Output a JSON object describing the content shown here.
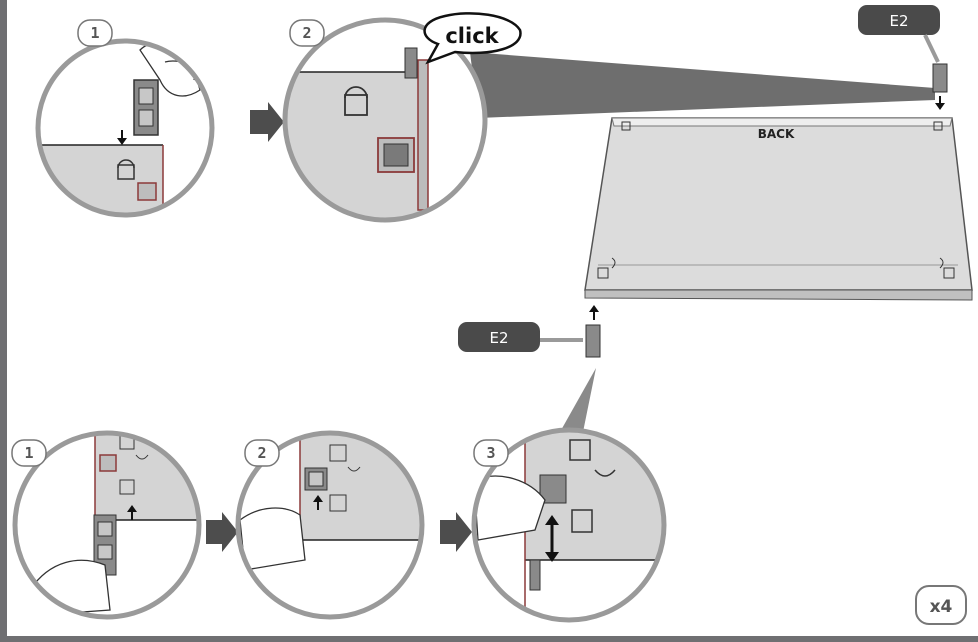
{
  "diagram": {
    "top_sequence": [
      {
        "step": "1"
      },
      {
        "step": "2",
        "callout": "click"
      }
    ],
    "bottom_sequence": [
      {
        "step": "1"
      },
      {
        "step": "2"
      },
      {
        "step": "3"
      }
    ],
    "part_label_top": "E2",
    "part_label_bottom": "E2",
    "panel_label": "BACK",
    "quantity": "x4"
  },
  "colors": {
    "circle_border": "#9a9a9a",
    "panel_fill": "#d4d4d4",
    "label_fill": "#4a4a4a",
    "arrow_fill": "#4d4d4d",
    "edge_red": "#8b3a3a"
  }
}
